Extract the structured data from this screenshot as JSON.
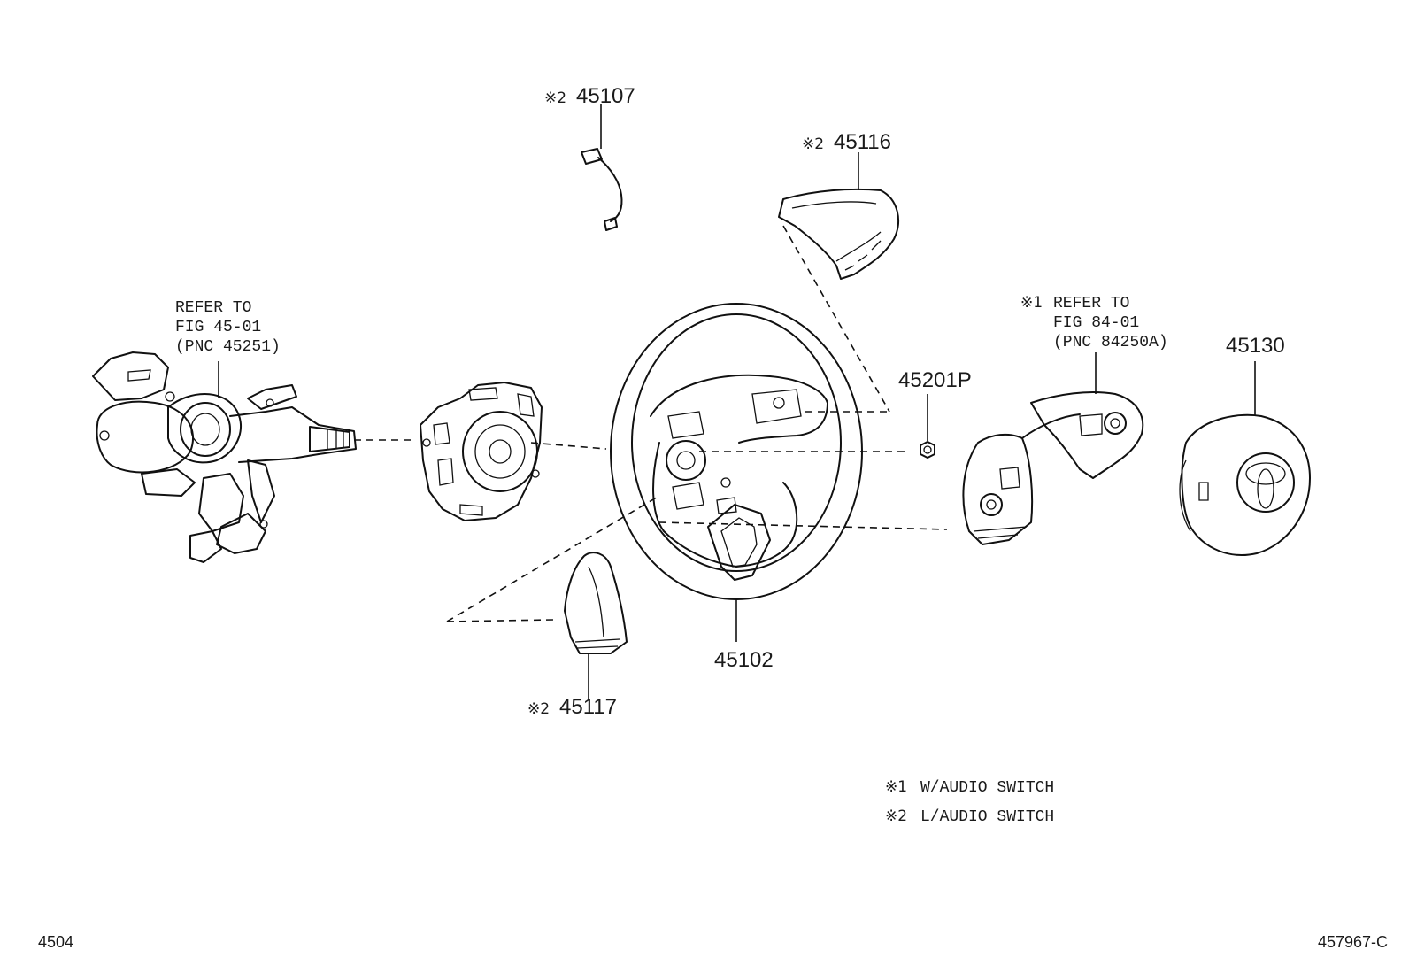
{
  "parts": {
    "p45107": {
      "mark": "※2",
      "number": "45107"
    },
    "p45116": {
      "mark": "※2",
      "number": "45116"
    },
    "p45201P": {
      "number": "45201P"
    },
    "p45130": {
      "number": "45130"
    },
    "p45102": {
      "number": "45102"
    },
    "p45117": {
      "mark": "※2",
      "number": "45117"
    }
  },
  "refs": {
    "column": {
      "line1": "REFER TO",
      "line2": "FIG 45-01",
      "line3": "(PNC 45251)"
    },
    "audio_switch": {
      "mark": "※1",
      "line1": "REFER TO",
      "line2": "FIG 84-01",
      "line3": "(PNC 84250A)"
    }
  },
  "notes": {
    "n1": {
      "mark": "※1",
      "text": "W/AUDIO SWITCH"
    },
    "n2": {
      "mark": "※2",
      "text": "L/AUDIO SWITCH"
    }
  },
  "footer": {
    "left": "4504",
    "right": "457967-C"
  },
  "icons": [
    "steering-column-icon",
    "spiral-cable-icon",
    "steering-wheel-icon",
    "wire-harness-icon",
    "upper-cover-icon",
    "lower-cover-icon",
    "nut-icon",
    "audio-switch-icon",
    "airbag-icon",
    "toyota-logo-icon"
  ]
}
